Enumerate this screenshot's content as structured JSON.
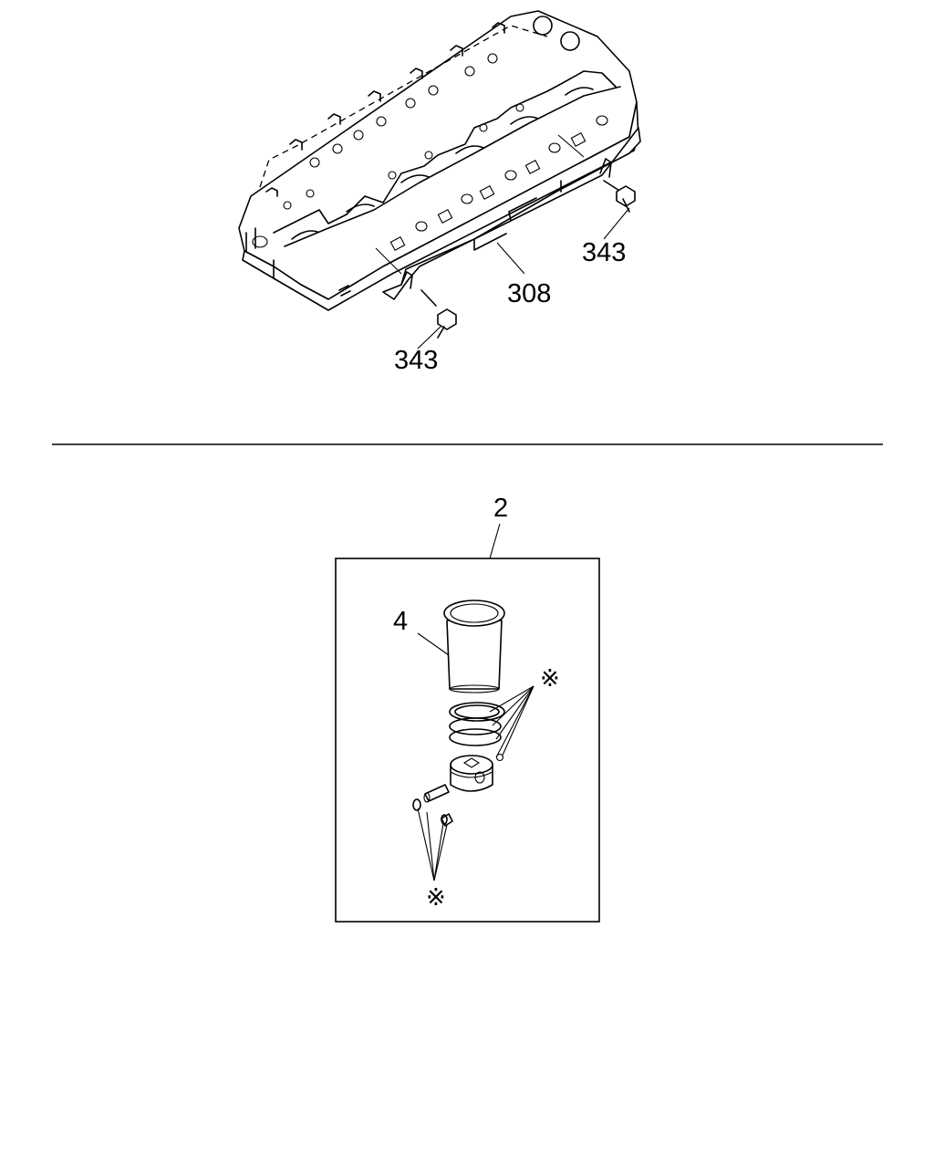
{
  "callouts": {
    "bolt_right": "343",
    "gasket": "308",
    "bolt_left": "343",
    "kit": "2",
    "liner": "4",
    "note_mark_upper": "※",
    "note_mark_lower": "※"
  }
}
